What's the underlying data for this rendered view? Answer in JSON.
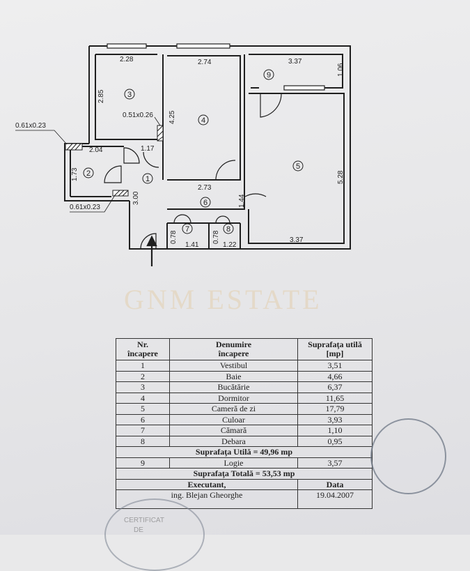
{
  "plan": {
    "dimensions": {
      "r3_width": "2.28",
      "r4_width": "2.74",
      "r9_width": "3.37",
      "r9_depth": "1.06",
      "r3_height": "2.85",
      "window_small": "0.51x0.26",
      "r4_height": "4.25",
      "vent_left_top": "0.61x0.23",
      "r2_width": "2.04",
      "r1_width": "1.17",
      "r2_height": "1.73",
      "r5_height": "5.28",
      "corridor_width": "2.73",
      "corridor_side": "1.44",
      "vestibule_height": "3.00",
      "vent_left_bottom": "0.61x0.23",
      "r7_height": "0.78",
      "r7_width": "1.41",
      "r8_height": "0.78",
      "r8_width": "1.22",
      "r5_width": "3.37"
    },
    "room_numbers": {
      "r1": "1",
      "r2": "2",
      "r3": "3",
      "r4": "4",
      "r5": "5",
      "r6": "6",
      "r7": "7",
      "r8": "8",
      "r9": "9"
    }
  },
  "watermark": "GNM ESTATE",
  "table": {
    "headers": {
      "nr": [
        "Nr.",
        "încapere"
      ],
      "name": [
        "Denumire",
        "încapere"
      ],
      "area": [
        "Suprafaţa utilă",
        "[mp]"
      ]
    },
    "rows": [
      {
        "nr": "1",
        "name": "Vestibul",
        "area": "3,51"
      },
      {
        "nr": "2",
        "name": "Baie",
        "area": "4,66"
      },
      {
        "nr": "3",
        "name": "Bucătărie",
        "area": "6,37"
      },
      {
        "nr": "4",
        "name": "Dormitor",
        "area": "11,65"
      },
      {
        "nr": "5",
        "name": "Cameră de zi",
        "area": "17,79"
      },
      {
        "nr": "6",
        "name": "Culoar",
        "area": "3,93"
      },
      {
        "nr": "7",
        "name": "Cămară",
        "area": "1,10"
      },
      {
        "nr": "8",
        "name": "Debara",
        "area": "0,95"
      }
    ],
    "useful_total": "Suprafaţa Utilă = 49,96 mp",
    "loggia": {
      "nr": "9",
      "name": "Logie",
      "area": "3,57"
    },
    "grand_total": "Suprafaţa Totală = 53,53 mp",
    "executant_label": "Executant,",
    "date_label": "Data",
    "executant_name": "ing. Blejan Gheorghe",
    "date_value": "19.04.2007"
  },
  "stamps": {
    "left_text": "CERTIFICAT",
    "left_text2": "DE"
  }
}
